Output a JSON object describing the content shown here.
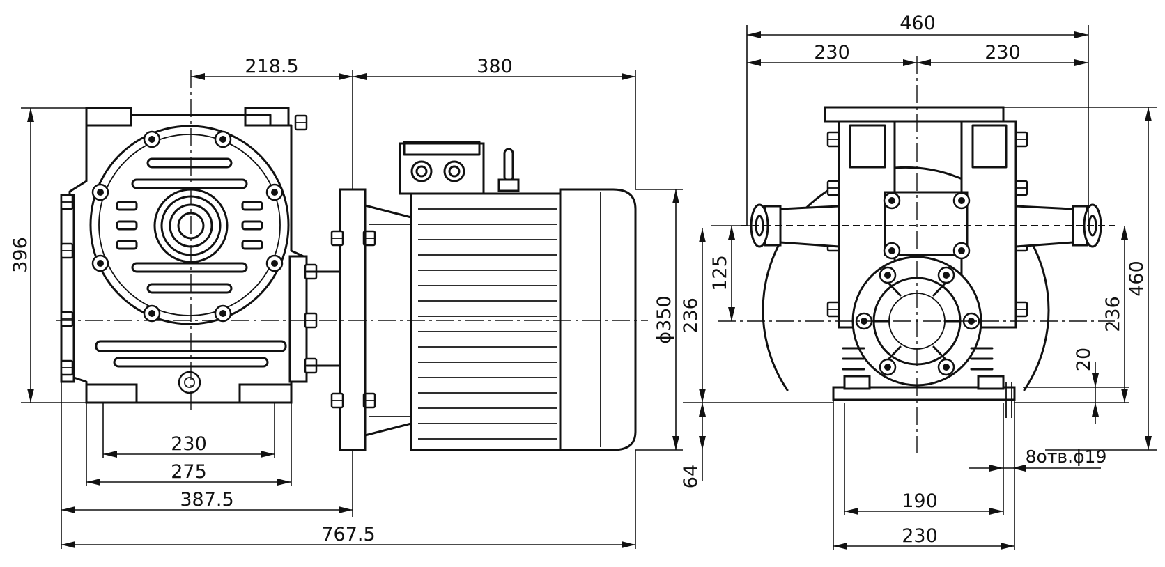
{
  "dimensions": {
    "side_view": {
      "d_218_5": "218.5",
      "d_380": "380",
      "d_396": "396",
      "d_230": "230",
      "d_275": "275",
      "d_387_5": "387.5",
      "d_767_5": "767.5",
      "d_phi350": "ϕ350",
      "d_236": "236"
    },
    "end_view": {
      "d_460_top": "460",
      "d_230_left": "230",
      "d_230_right": "230",
      "d_125": "125",
      "d_460_side": "460",
      "d_236": "236",
      "d_20": "20",
      "d_64": "64",
      "d_holes": "8отв.ϕ19",
      "d_190": "190",
      "d_230_bottom": "230"
    }
  }
}
